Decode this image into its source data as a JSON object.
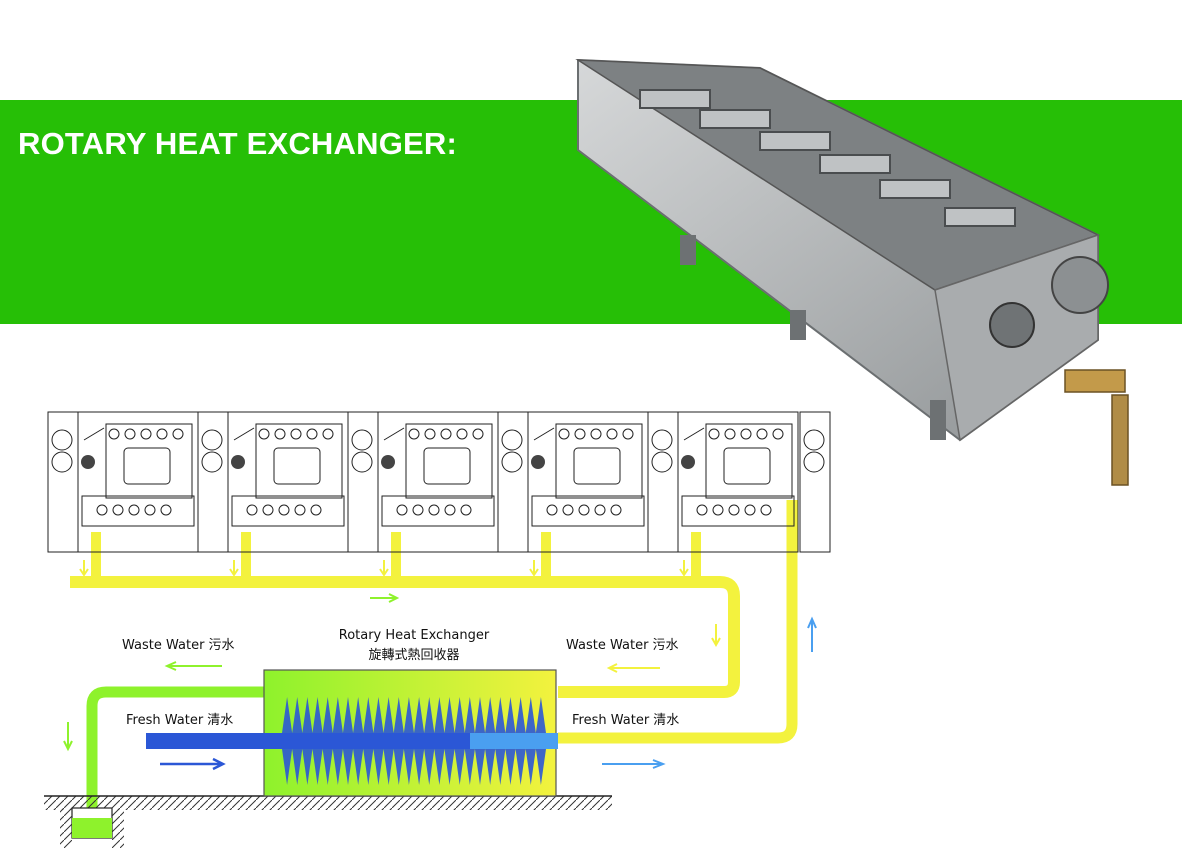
{
  "title": "ROTARY HEAT EXCHANGER:",
  "colors": {
    "banner": "#26bf06",
    "waste_pipe": "#f3f23e",
    "green_pipe": "#8ef22c",
    "fresh_blue": "#2b57d6",
    "light_blue": "#4a9ff0",
    "machine_gray": "#b9bcbe"
  },
  "labels": {
    "exchanger_en": "Rotary Heat Exchanger",
    "exchanger_zh": "旋轉式熱回收器",
    "waste_water_left": "Waste Water  污水",
    "waste_water_right": "Waste Water  污水",
    "fresh_water_left": "Fresh Water  清水",
    "fresh_water_right": "Fresh Water  清水"
  },
  "icons": {
    "flow_arrow": "arrow",
    "washer_units": "washer-unit-schematic",
    "product_photo": "heat-exchanger-tank-photo"
  },
  "washer_unit_count": 5
}
